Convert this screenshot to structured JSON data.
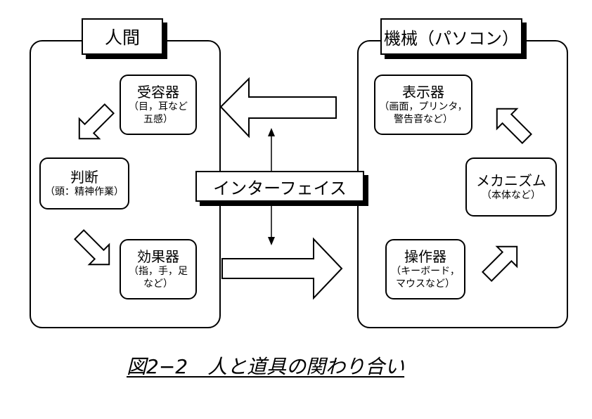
{
  "caption": "図2−2　人と道具の関わり合い",
  "interface_label": "インターフェイス",
  "human": {
    "title": "人間",
    "receptor": {
      "name": "受容器",
      "detail_line1": "（目，耳など",
      "detail_line2": "五感）"
    },
    "judgment": {
      "name": "判断",
      "detail_line1": "（頭：精神作業）"
    },
    "effector": {
      "name": "効果器",
      "detail_line1": "（指，手，足",
      "detail_line2": "など）"
    }
  },
  "machine": {
    "title": "機械（パソコン）",
    "display": {
      "name": "表示器",
      "detail_line1": "（画面，プリンタ，",
      "detail_line2": "警告音など）"
    },
    "mechanism": {
      "name": "メカニズム",
      "detail_line1": "（本体など）"
    },
    "operator": {
      "name": "操作器",
      "detail_line1": "（キーボード，",
      "detail_line2": "マウスなど）"
    }
  }
}
